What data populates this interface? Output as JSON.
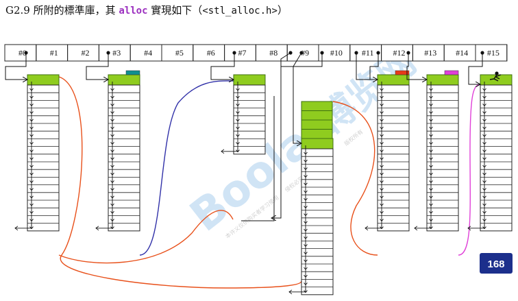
{
  "caption": {
    "prefix": "G2.9 所附的標準庫，其 ",
    "keyword": "alloc",
    "suffix_cn": " 實現如下（",
    "header": "<stl_alloc.h>",
    "close": "）"
  },
  "free_list": {
    "labels": [
      "#0",
      "#1",
      "#2",
      "#3",
      "#4",
      "#5",
      "#6",
      "#7",
      "#8",
      "#9",
      "#10",
      "#11",
      "#12",
      "#13",
      "#14",
      "#15"
    ],
    "linked_slots": [
      0,
      3,
      7,
      8,
      9,
      10,
      11,
      12,
      13,
      15
    ],
    "empty_slots": [
      1,
      2,
      4,
      5,
      6,
      14
    ]
  },
  "chunk_lists": [
    {
      "slot": 0,
      "chunks": 20,
      "marker": "none",
      "marker_color": ""
    },
    {
      "slot": 3,
      "chunks": 20,
      "marker": "teal",
      "marker_color": "#0f8f8f"
    },
    {
      "slot": 7,
      "chunks": 10,
      "marker": "none",
      "marker_color": ""
    },
    {
      "slot": 9,
      "chunks": 20,
      "marker": "none",
      "marker_color": ""
    },
    {
      "slot": 11,
      "chunks": 20,
      "marker": "red",
      "marker_color": "#e83a1a"
    },
    {
      "slot": 13,
      "chunks": 20,
      "marker": "magenta",
      "marker_color": "#e040d8"
    },
    {
      "slot": 15,
      "chunks": 20,
      "marker": "figure",
      "marker_color": ""
    }
  ],
  "memory_pool": {
    "blocks": 4
  },
  "colors": {
    "head_chunk": "#8fcc1f",
    "head_chunk_border": "#3f6f10",
    "orange_link": "#e8501a",
    "blue_link": "#3030a8",
    "magenta_link": "#e040d8",
    "badge": "#1c2f8c",
    "watermark": "#5aa0dc"
  },
  "badge": {
    "text": "168"
  },
  "watermark": {
    "big": "Boolan",
    "cn": "博览网",
    "small_lines": [
      "本许义仅供购买者学习使用",
      "侵权必究，仿冒必究",
      "版权所有"
    ]
  }
}
